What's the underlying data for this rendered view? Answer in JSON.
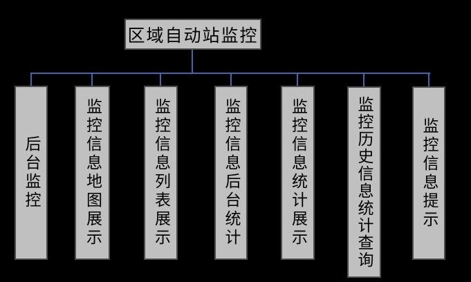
{
  "diagram": {
    "root": {
      "label": "区域自动站监控"
    },
    "children": [
      {
        "label": "后台监控"
      },
      {
        "label": "监控信息地图展示"
      },
      {
        "label": "监控信息列表展示"
      },
      {
        "label": "监控信息后台统计"
      },
      {
        "label": "监控信息统计展示"
      },
      {
        "label": "监控历史信息统计查询"
      },
      {
        "label": "监控信息提示"
      }
    ],
    "colors": {
      "background": "#000000",
      "box_fill": "#c0c0c0",
      "box_border": "#4d4d4d",
      "connector": "#3c6ab1",
      "text": "#000000"
    }
  }
}
